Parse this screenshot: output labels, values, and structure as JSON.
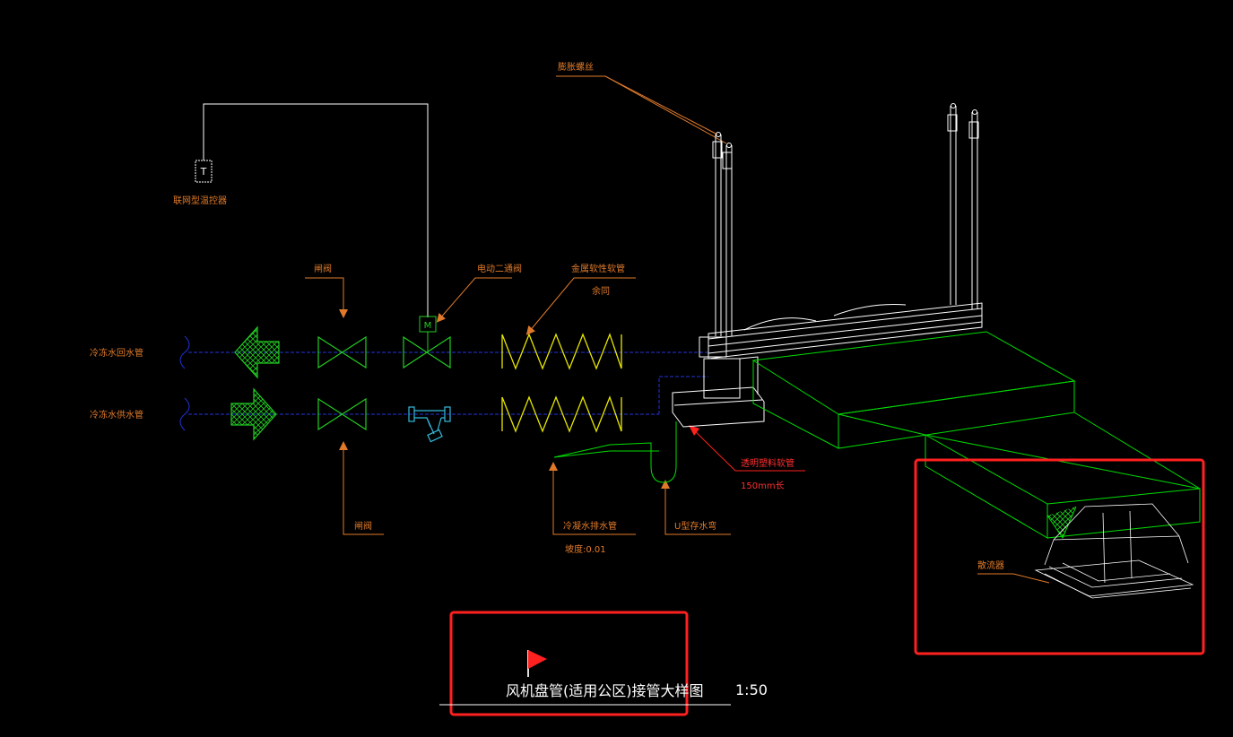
{
  "labels": {
    "thermostat_symbol": "T",
    "thermostat": "联网型温控器",
    "motor_symbol": "M",
    "gate_valve_top": "闸阀",
    "gate_valve_bottom": "闸阀",
    "electric_valve": "电动二通阀",
    "flex_hose": "金属软性软管",
    "flex_hose_note": "余同",
    "return_pipe": "冷冻水回水管",
    "supply_pipe": "冷冻水供水管",
    "hanger": "膨胀螺丝",
    "drain_hose": "透明塑料软管",
    "drain_hose_len": "150mm长",
    "drain_pipe": "冷凝水排水管",
    "drain_slope": "坡度:0.01",
    "u_trap": "U型存水弯",
    "diffuser": "散流器"
  },
  "title": {
    "text": "风机盘管(适用公区)接管大样图",
    "scale": "1:50"
  },
  "colors": {
    "valve": "#22cc22",
    "duct": "#00dd00",
    "pipe": "#2233dd",
    "hose": "#e8e800",
    "leader": "#e07a2a",
    "highlight": "#ff2020"
  }
}
